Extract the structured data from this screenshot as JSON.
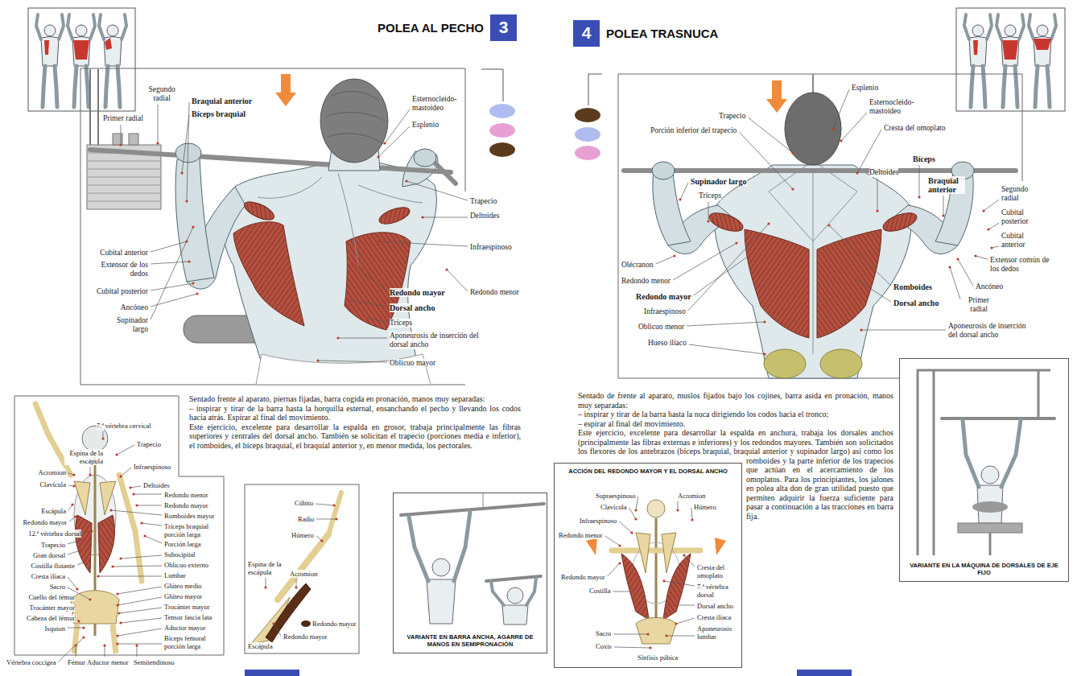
{
  "diagram": {
    "nodes": [
      {
        "text": [
          "POLEA AL PECHO",
          "3"
        ]
      },
      {
        "text": [
          "VARIANTE EN BARRA ANCHA, AGARRE DE MANOS EN SEMIPRONACIÓN"
        ]
      },
      {
        "text": [
          "4",
          "POLEA TRASNUCA"
        ]
      },
      {
        "text": [
          "ACCIÓN DEL REDONDO MAYOR Y EL DORSAL ANCHO"
        ]
      },
      {
        "text": [
          "VARIANTE EN LA MÁQUINA DE DORSALES DE EJE FIJO"
        ]
      }
    ],
    "labels": [
      "Segundo radial",
      "Primer radial",
      "Braquial anterior",
      "Bíceps braquial",
      "Esternocleido- mastoideo",
      "Esplenio",
      "Trapecio",
      "Deltoides",
      "Infraespinoso",
      "Redondo mayor",
      "Redondo menor",
      "Dorsal ancho",
      "Tríceps",
      "Aponeurosis de inserción del dorsal ancho",
      "Oblicuo mayor",
      "Cubital anterior",
      "Extensor de los dedos",
      "Cubital posterior",
      "Ancóneo",
      "Supinador largo",
      "Sentado frente al aparato, piernas fijadas, barra cogida en pronación, manos muy separadas:",
      "– inspirar y tirar de la barra hasta la horquilla esternal, ensanchando el pecho y llevando los codos hacia atrás. Espirar al final del movimiento.",
      "Este ejercicio, excelente para desarrollar la espalda en grosor, trabaja principalmente las fibras superiores y centrales del dorsal ancho. También se solicitan el trapecio (porciones media e inferior), el romboides, el bíceps braquial, el braquial anterior y, en menor medida, los pectorales.",
      "7.ª vértebra cervical",
      "Trapecio",
      "Espina de la escápula",
      "Acromion",
      "Infraespinoso",
      "Clavícula",
      "Deltoides",
      "Redondo menor",
      "Escápula",
      "Redondo mayor",
      "Redondo mayor",
      "Romboides mayor",
      "12.ª vértebra dorsal",
      "Tríceps braquial porción larga",
      "Trapecio",
      "Porción larga",
      "Gran dorsal",
      "Subocipital",
      "Costilla flotante",
      "Oblicuo externo",
      "Lumbar",
      "Cresta ilíaca",
      "Glúteo medio",
      "Sacro",
      "Glúteo mayor",
      "Cuello del fémur",
      "Trocánter mayor",
      "Trocánter mayor",
      "Tensor fascia lata",
      "Cabeza del fémur",
      "Aductor mayor",
      "Isquion",
      "Bíceps femoral porción larga",
      "Vértebra coccígea",
      "Fémur",
      "Aductor menor",
      "Semitendinoso",
      "Cúbito",
      "Radio",
      "Húmero",
      "Espina de la escápula",
      "Acromion",
      "Redondo mayor",
      "Redondo mayor",
      "Escápula",
      "Esplenio",
      "Esternocleido- mastoideo",
      "Trapecio",
      "Porción inferior del trapecio",
      "Cresta del omoplato",
      "Bíceps",
      "Deltoides",
      "Braquial anterior",
      "Supinador largo",
      "Tríceps",
      "Segundo radial",
      "Cubital posterior",
      "Cubital anterior",
      "Extensor común de los dedos",
      "Olécranon",
      "Redondo menor",
      "Redondo mayor",
      "Infraespinoso",
      "Oblicuo menor",
      "Hueso ilíaco",
      "Romboides",
      "Dorsal ancho",
      "Ancóneo",
      "Primer radial",
      "Aponeurosis de inserción del dorsal ancho",
      "Sentado de frente al aparato, muslos fijados bajo los cojines, barra asida en pronación, manos muy separadas:",
      "– inspirar y tirar de la barra hasta la nuca dirigiendo los codos hacia el tronco;",
      "– espirar al final del movimiento.",
      "Este ejercicio, excelente para desarrollar la espalda en anchura, trabaja los dorsales anchos (principalmente las fibras externas e inferiores) y los redondos mayores. También son solicitados los flexores de los antebrazos (bíceps braquial, braquial anterior y supinador largo) así como los romboides y la parte inferior de los trapecios que actúan en el acercamiento de los omoplatos. Para los principiantes, los jalones en polea alta don de gran utilidad puesto que permiten adquirir la fuerza suficiente para pasar a continuación a las tracciones en barra fija.",
      "Supraespinoso",
      "Acromion",
      "Clavícula",
      "Húmero",
      "Infraespinoso",
      "Redondo menor",
      "Redondo mayor",
      "Cresta del omoplato",
      "Costilla",
      "7.ª vértebra dorsal",
      "Dorsal ancho",
      "Cresta ilíaca",
      "Aponeurosis lumbar",
      "Sacro",
      "Coxis",
      "Sínfisis púbica"
    ]
  }
}
